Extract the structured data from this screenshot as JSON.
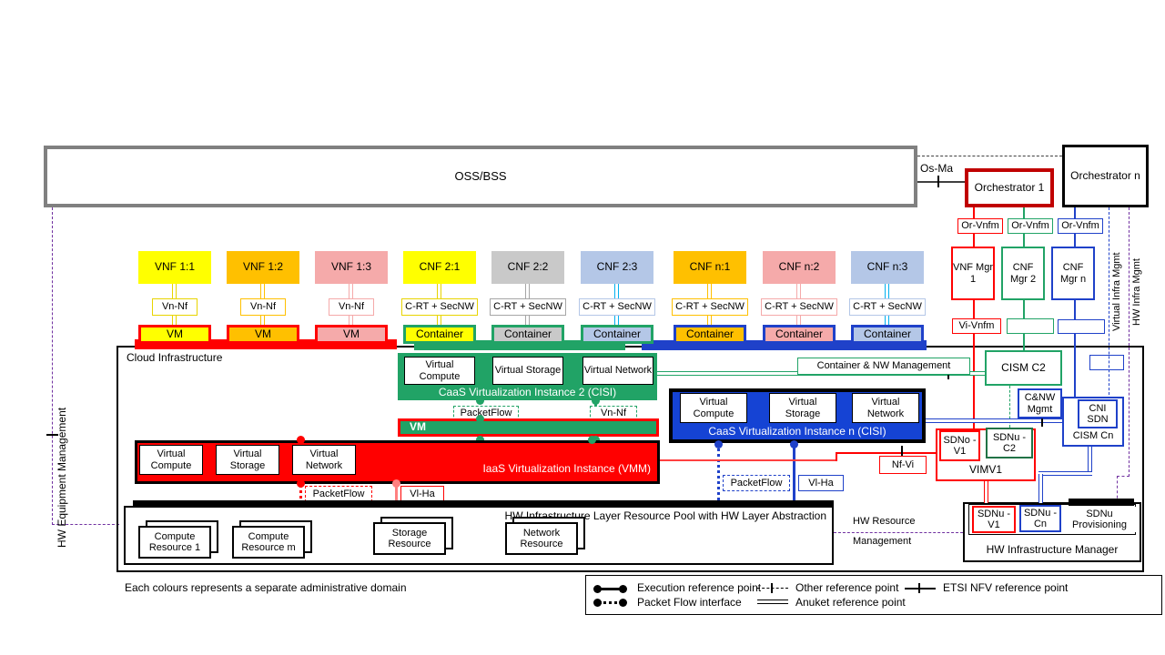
{
  "colors": {
    "yellow": "#FFFF00",
    "yellow_line": "#E8D400",
    "orange": "#FFC000",
    "pink": "#F5AAAA",
    "gray_fill": "#C9C9C9",
    "gray_line": "#A6A6A6",
    "lightblue": "#B4C7E7",
    "cyan_line": "#00B0F0",
    "red": "#FF0000",
    "dark_red": "#C00000",
    "light_red": "#FF8080",
    "green": "#21A366",
    "dark_green": "#217346",
    "blue": "#1F41C9",
    "blue_fill": "#1543D4",
    "purple": "#7030A0",
    "gray_border": "#808080",
    "black": "#000000"
  },
  "oss_bss": {
    "label": "OSS/BSS"
  },
  "top": {
    "os_ma": "Os-Ma",
    "orchestrator_1": "Orchestrator 1",
    "orchestrator_n": "Orchestrator n"
  },
  "mano": {
    "or_vnfm": [
      "Or-Vnfm",
      "Or-Vnfm",
      "Or-Vnfm"
    ],
    "managers": [
      {
        "label": "VNF Mgr 1"
      },
      {
        "label": "CNF Mgr 2"
      },
      {
        "label": "CNF Mgr n"
      }
    ],
    "vi_vnfm": "Vi-Vnfm"
  },
  "rails": {
    "virtual_infra_mgmt": "Virtual Infra Mgmt",
    "hw_infra_mgmt": "HW Infra Mgmt",
    "hw_equipment_mgmt": "HW Equipment Management",
    "hw_resource_mgmt_1": "HW Resource",
    "hw_resource_mgmt_2": "Management"
  },
  "cloud": {
    "label": "Cloud Infrastructure"
  },
  "apps": [
    {
      "label": "VNF 1:1",
      "iface": "Vn-Nf",
      "platform": "VM"
    },
    {
      "label": "VNF 1:2",
      "iface": "Vn-Nf",
      "platform": "VM"
    },
    {
      "label": "VNF 1:3",
      "iface": "Vn-Nf",
      "platform": "VM"
    },
    {
      "label": "CNF 2:1",
      "iface": "C-RT + SecNW",
      "platform": "Container"
    },
    {
      "label": "CNF 2:2",
      "iface": "C-RT + SecNW",
      "platform": "Container"
    },
    {
      "label": "CNF 2:3",
      "iface": "C-RT + SecNW",
      "platform": "Container"
    },
    {
      "label": "CNF n:1",
      "iface": "C-RT + SecNW",
      "platform": "Container"
    },
    {
      "label": "CNF n:2",
      "iface": "C-RT + SecNW",
      "platform": "Container"
    },
    {
      "label": "CNF n:3",
      "iface": "C-RT + SecNW",
      "platform": "Container"
    }
  ],
  "caas2": {
    "title": "CaaS Virtualization Instance 2 (CISI)",
    "cells": [
      "Virtual Compute",
      "Virtual Storage",
      "Virtual Network"
    ],
    "packetflow": "PacketFlow",
    "vn_nf": "Vn-Nf",
    "vm_bar": "VM"
  },
  "iaas": {
    "title": "IaaS Virtualization Instance (VMM)",
    "cells": [
      "Virtual Compute",
      "Virtual Storage",
      "Virtual Network"
    ],
    "packetflow": "PacketFlow",
    "vl_ha": "Vl-Ha"
  },
  "caasn": {
    "title": "CaaS Virtualization Instance n (CISI)",
    "cells": [
      "Virtual Compute",
      "Virtual Storage",
      "Virtual Network"
    ],
    "packetflow": "PacketFlow",
    "vl_ha": "Vl-Ha"
  },
  "mgmt_right": {
    "container_nw_mgmt": "Container & NW Management",
    "cism_c2": "CISM C2",
    "cnw_mgmt": "C&NW Mgmt",
    "cism_cn": "CISM Cn",
    "cni_sdn": "CNI SDN",
    "nf_vi": "Nf-Vi",
    "vim_title": "VIMV1",
    "sdno_v1": "SDNo -V1",
    "sdnu_c2": "SDNu -C2"
  },
  "hw_pool": {
    "title": "HW Infrastructure Layer Resource Pool with HW Layer Abstraction",
    "resources": [
      "Compute Resource 1",
      "Compute Resource m",
      "Storage Resource",
      "Network Resource"
    ]
  },
  "hw_manager": {
    "title": "HW Infrastructure Manager",
    "sdnu_v1": "SDNu -V1",
    "sdnu_cn": "SDNu -Cn",
    "sdnu_prov": "SDNu Provisioning"
  },
  "legend": {
    "execution": "Execution reference point",
    "packet_flow": "Packet Flow interface",
    "other": "Other reference point",
    "anuket": "Anuket reference point",
    "etsi": "ETSI NFV reference point"
  },
  "caption": "Each colours represents a separate administrative domain"
}
